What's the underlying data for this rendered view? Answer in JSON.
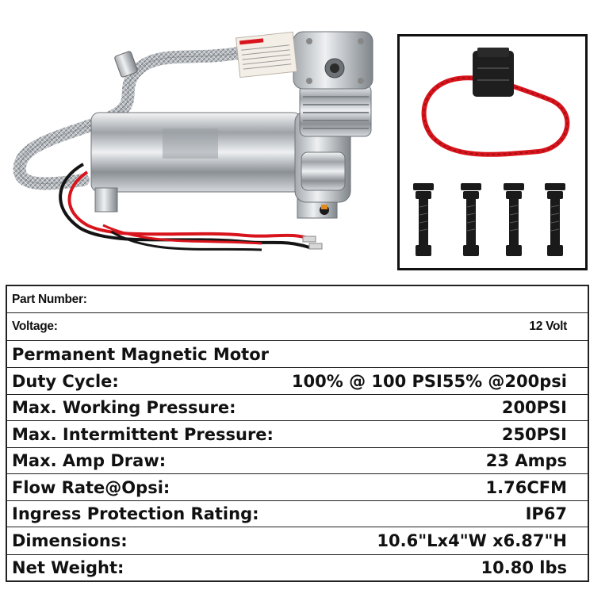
{
  "product": {
    "main_image": "air-compressor-photo",
    "accessory_image": "fuse-holder-and-mounting-bolts"
  },
  "specs": [
    {
      "label": "Part Number:",
      "value": ""
    },
    {
      "label": "Voltage:",
      "value": "12 Volt"
    },
    {
      "label": "Permanent Magnetic Motor",
      "value": ""
    },
    {
      "label": "Duty Cycle:",
      "value": "100% @ 100 PSI55% @200psi"
    },
    {
      "label": "Max. Working Pressure:",
      "value": "200PSI"
    },
    {
      "label": "Max. Intermittent Pressure:",
      "value": "250PSI"
    },
    {
      "label": "Max. Amp Draw:",
      "value": "23 Amps"
    },
    {
      "label": "Flow Rate@Opsi:",
      "value": "1.76CFM"
    },
    {
      "label": "Ingress Protection Rating:",
      "value": "IP67"
    },
    {
      "label": "Dimensions:",
      "value": "10.6\"Lx4\"W x6.87\"H"
    },
    {
      "label": "Net Weight:",
      "value": "10.80 lbs"
    }
  ],
  "colors": {
    "chrome": "#c9ccd0",
    "wire_red": "#d8141c",
    "wire_black": "#141414",
    "border": "#222222"
  }
}
